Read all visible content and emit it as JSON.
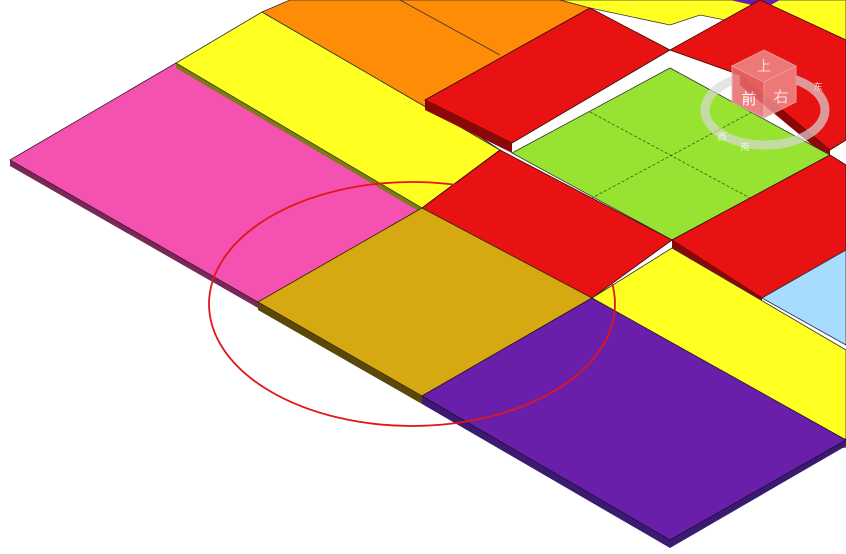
{
  "viewport": {
    "background": "#ffffff",
    "colors": {
      "pink": "#f551b0",
      "yellow": "#ffff22",
      "orange": "#ff8c06",
      "red": "#e81212",
      "green": "#98e331",
      "gold": "#d6a912",
      "purple": "#6a1faa",
      "light_blue": "#a8dcff",
      "selection_circle": "#e0161a",
      "edge": "#1a1a1a"
    },
    "selection_marker": "ellipse"
  },
  "view_cube": {
    "top_label": "上",
    "front_label": "前",
    "right_label": "右",
    "ring_labels": [
      "西",
      "南",
      "东"
    ],
    "face_color": "#f08a8a",
    "ring_color": "#d8d8d8"
  }
}
